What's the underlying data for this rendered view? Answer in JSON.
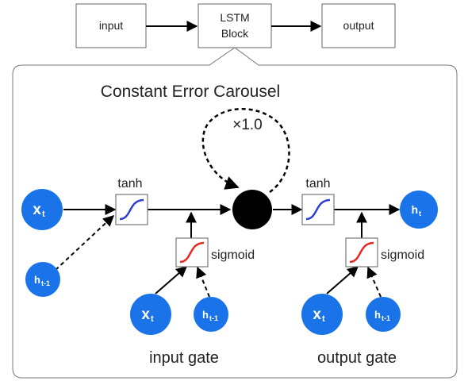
{
  "top_flow": {
    "input": "input",
    "block_line1": "LSTM",
    "block_line2": "Block",
    "output": "output"
  },
  "cec": {
    "title": "Constant Error Carousel",
    "multiplier": "×1.0"
  },
  "activations": {
    "tanh_in": "tanh",
    "tanh_out": "tanh",
    "sigmoid_in": "sigmoid",
    "sigmoid_out": "sigmoid"
  },
  "nodes": {
    "x_main": {
      "base": "x",
      "sub": "t"
    },
    "h_prev_main": {
      "base": "h",
      "sub": "t-1"
    },
    "x_input_gate": {
      "base": "x",
      "sub": "t"
    },
    "h_prev_input_gate": {
      "base": "h",
      "sub": "t-1"
    },
    "x_output_gate": {
      "base": "x",
      "sub": "t"
    },
    "h_prev_output_gate": {
      "base": "h",
      "sub": "t-1"
    },
    "h_out": {
      "base": "h",
      "sub": "t"
    }
  },
  "gates": {
    "input_label": "input gate",
    "output_label": "output gate"
  },
  "colors": {
    "node_blue": "#1a73e8",
    "tanh_curve": "#2b3fd6",
    "sigmoid_curve": "#e8281e",
    "cell": "#000000",
    "stroke": "#555555"
  }
}
